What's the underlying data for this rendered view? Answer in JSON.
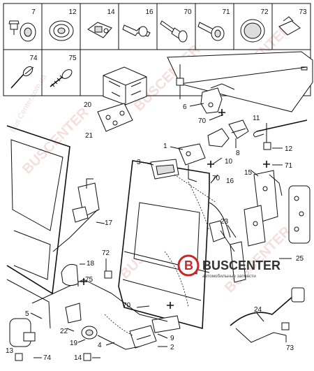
{
  "header_parts": [
    "7",
    "12",
    "14",
    "16",
    "70",
    "71",
    "72",
    "73",
    "74",
    "75"
  ],
  "callouts": [
    "20",
    "6",
    "11",
    "70",
    "8",
    "21",
    "12",
    "1",
    "10",
    "3",
    "71",
    "15",
    "70",
    "16",
    "17",
    "23",
    "25",
    "72",
    "18",
    "75",
    "70",
    "9",
    "5",
    "22",
    "24",
    "2",
    "19",
    "4",
    "13",
    "74",
    "14",
    "73"
  ],
  "logo": {
    "mark": "B",
    "name": "BUSCENTER",
    "tagline": "автомобильные запчасти"
  },
  "watermarks": [
    "BUSCENTER",
    "BUSCENTER",
    "BUSCENTER",
    "BUSCENTER",
    "BUSCENTER"
  ],
  "watermark_domain": "Bus Center.com.ua"
}
